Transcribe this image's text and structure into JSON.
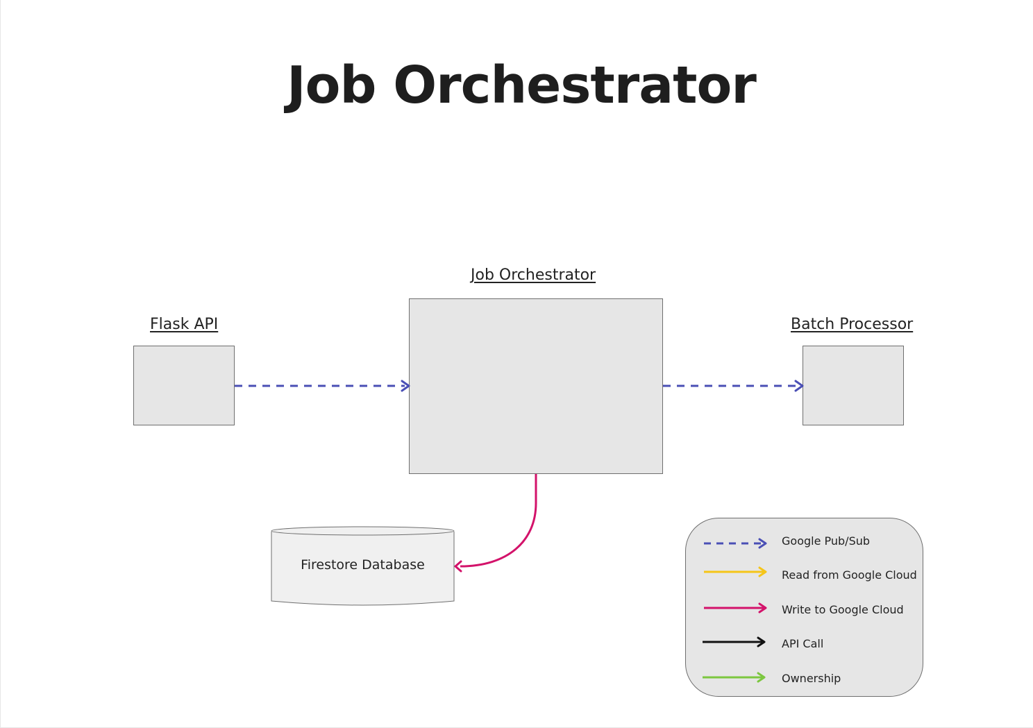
{
  "title": "Job Orchestrator",
  "nodes": {
    "flask_api": {
      "label": "Flask API"
    },
    "job_orchestrator": {
      "label": "Job Orchestrator "
    },
    "batch_processor": {
      "label": "Batch Processor"
    },
    "firestore": {
      "label": "Firestore Database"
    }
  },
  "colors": {
    "pubsub": "#4a4fb5",
    "read": "#f5c518",
    "write": "#d3126a",
    "api_call": "#111111",
    "ownership": "#7cc73f"
  },
  "legend": {
    "items": [
      {
        "label": "Google Pub/Sub",
        "style": "dashed",
        "color": "#4a4fb5"
      },
      {
        "label": "Read from Google Cloud",
        "style": "solid",
        "color": "#f5c518"
      },
      {
        "label": "Write to Google Cloud",
        "style": "solid",
        "color": "#d3126a"
      },
      {
        "label": "API Call",
        "style": "solid",
        "color": "#111111"
      },
      {
        "label": "Ownership",
        "style": "solid",
        "color": "#7cc73f"
      }
    ]
  },
  "edges": [
    {
      "from": "Flask API",
      "to": "Job Orchestrator",
      "kind": "Google Pub/Sub"
    },
    {
      "from": "Job Orchestrator",
      "to": "Batch Processor",
      "kind": "Google Pub/Sub"
    },
    {
      "from": "Job Orchestrator",
      "to": "Firestore Database",
      "kind": "Write to Google Cloud"
    }
  ]
}
